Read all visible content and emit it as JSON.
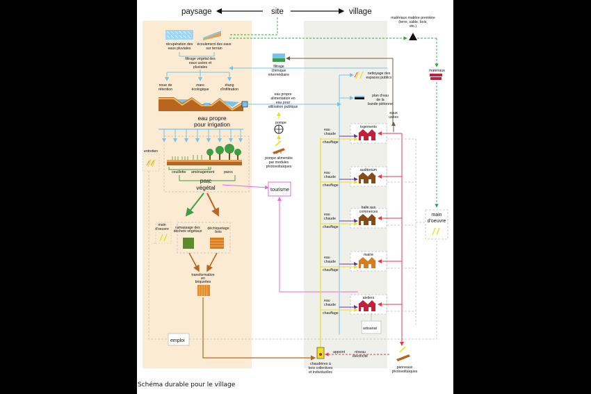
{
  "header": {
    "left": "paysage",
    "center": "site",
    "right": "village"
  },
  "caption": "Schéma durable pour le village",
  "paysage": {
    "recup": "récupération des eaux pluviales",
    "ecoul": "écoulement des eaux sur terrain",
    "filtrage_vegetal": "filtrage végétal des eaux usées et pluviales",
    "noue": "noue de rétention",
    "mare": "mare écologique",
    "etang": "étang d'infiltration",
    "eau_propre": "eau propre pour irrigation",
    "entretien": "entretien",
    "cueillette": "ceuillette",
    "amenagement": "aménagement",
    "parcs": "parcs",
    "parc_vegetal": "parc végétal",
    "main_oeuvre": "main d'oeuvre",
    "ramassage": "ramassage des déchets végétaux",
    "dechiquetage": "déchiquetage bois",
    "transformation": "transformation en briquettes",
    "emploi": "emploi"
  },
  "site": {
    "filtrage_chimique": "filtrage chimique intermédiaire",
    "eau_propre_public": "eau propre alimentation en eau pour utilisation publique",
    "pompe": "pompe",
    "pompe_pv": "pompe alimentée par modules photovoltaïques",
    "tourisme": "tourisme",
    "chaudieres": "chaudières à bois collectives et individuelles",
    "appoint": "appoint",
    "reseau": "réseau électricité",
    "panneaux": "panneaux photovoltaïques"
  },
  "village": {
    "materiaux_premiere": "matériaux matière première (terre, sable, bois, etc.)",
    "materiaux": "matériaux",
    "nettoyage": "nettoyage des espaces publics",
    "plan_eau": "plan d'eau de la bande piétonne",
    "eaux_usees": "eaux usées",
    "main_oeuvre": "main d'oeuvre",
    "eau_chaude": "eau chaude",
    "chauffage": "chauffage",
    "buildings": [
      "logements",
      "auditorium",
      "halle aux commerces",
      "mairie",
      "ateliers"
    ],
    "artisanat": "artisanat"
  },
  "colors": {
    "paysage_zone": "#fcebd3",
    "village_zone": "#f0f0ea",
    "water": "#75c4ee",
    "green": "#3e9e44",
    "wood": "#b8651f",
    "pink": "#e86ad7",
    "yellow": "#e8e020",
    "red": "#e8354a",
    "purple": "#6a2fb0",
    "dashed": "#bdbdbd"
  }
}
